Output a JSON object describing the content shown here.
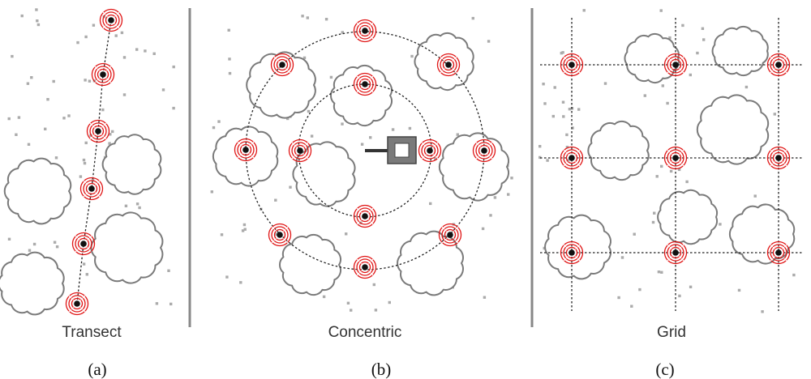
{
  "panels": [
    {
      "label": "Transect",
      "caption": "(a)"
    },
    {
      "label": "Concentric",
      "caption": "(b)"
    },
    {
      "label": "Grid",
      "caption": "(c)"
    }
  ],
  "colors": {
    "sensor_wave": "#e01515",
    "sensor_core": "#111111",
    "cloud_stroke": "#7a7a7a",
    "scatter_dot": "#ababab",
    "route_line": "#222222",
    "divider": "#888888"
  },
  "icons": {
    "sensor": "sensor-node-icon",
    "cloud": "cloud-icon",
    "base_station": "base-station-icon"
  }
}
